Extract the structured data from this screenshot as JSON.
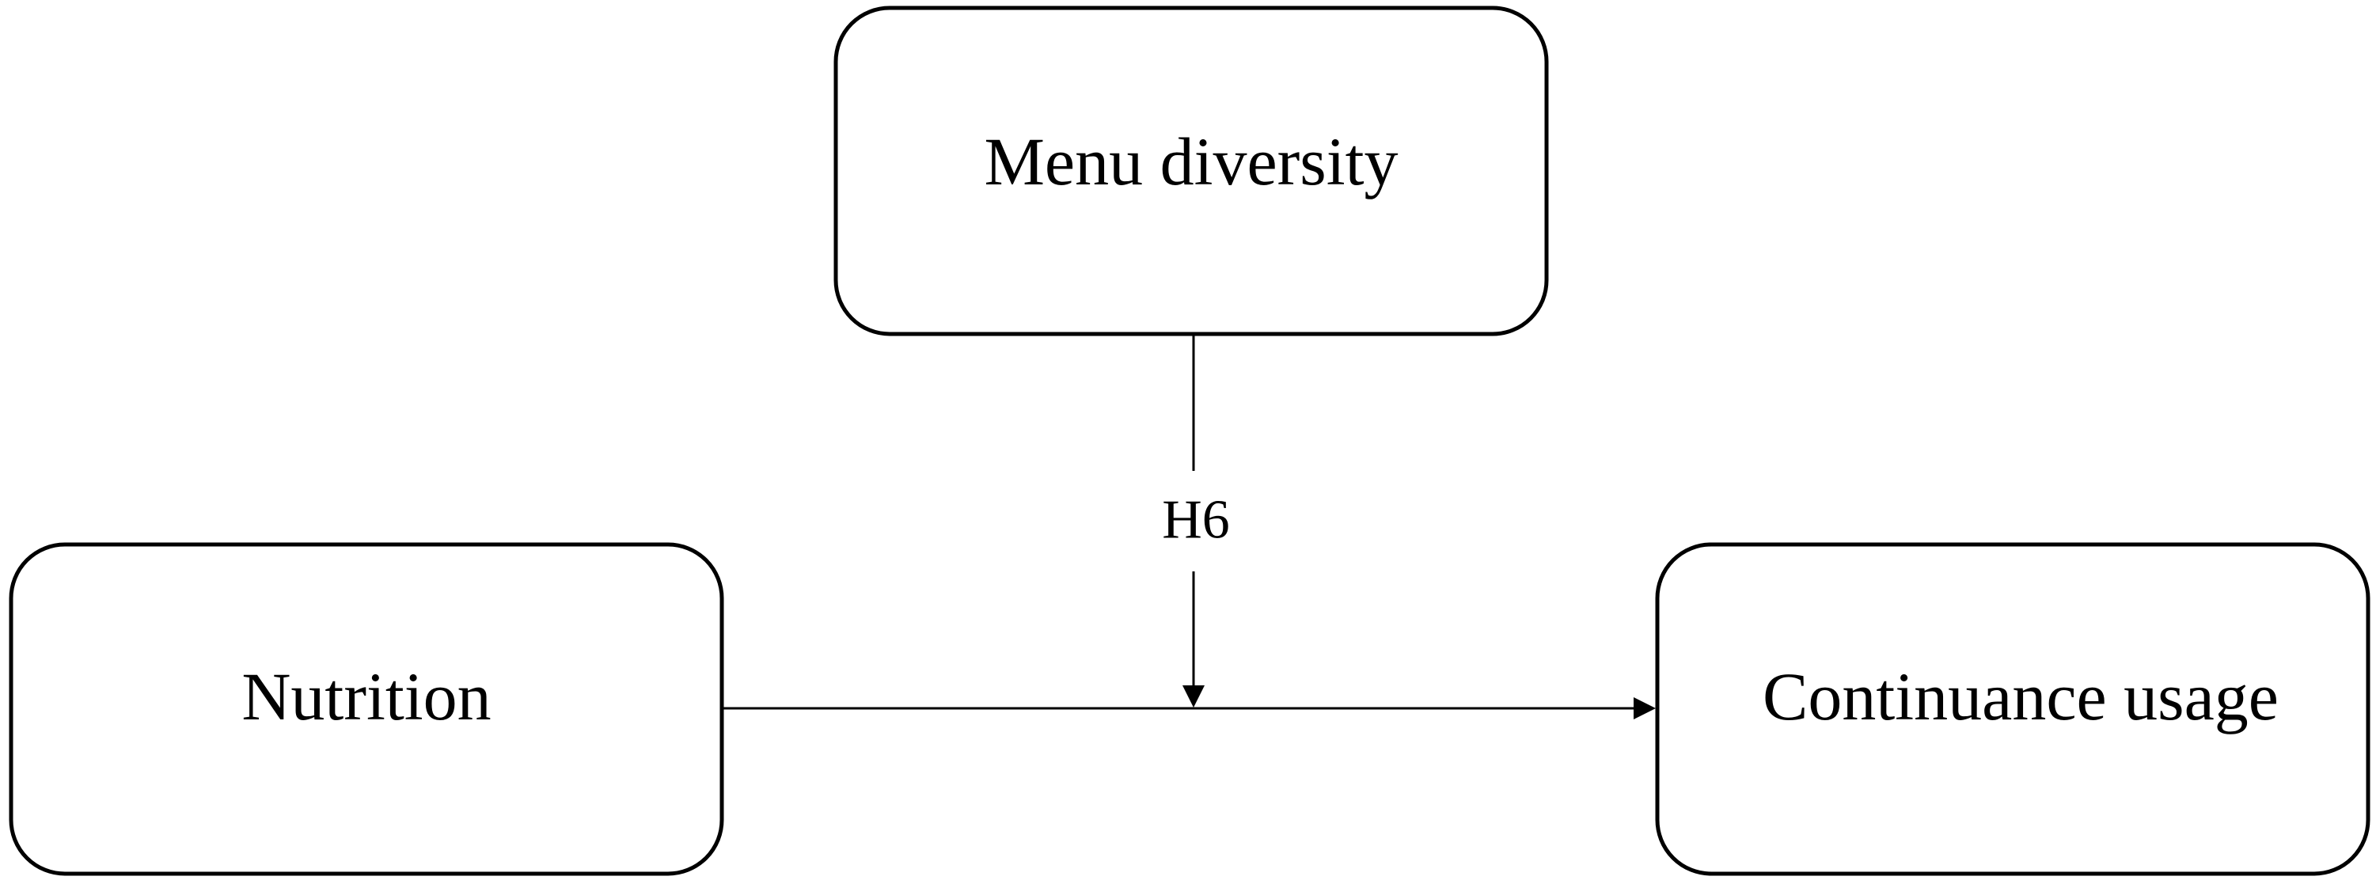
{
  "nodes": {
    "menu_diversity": "Menu diversity",
    "nutrition": "Nutrition",
    "continuance_usage": "Continuance usage"
  },
  "edges": {
    "moderation_label": "H6"
  }
}
